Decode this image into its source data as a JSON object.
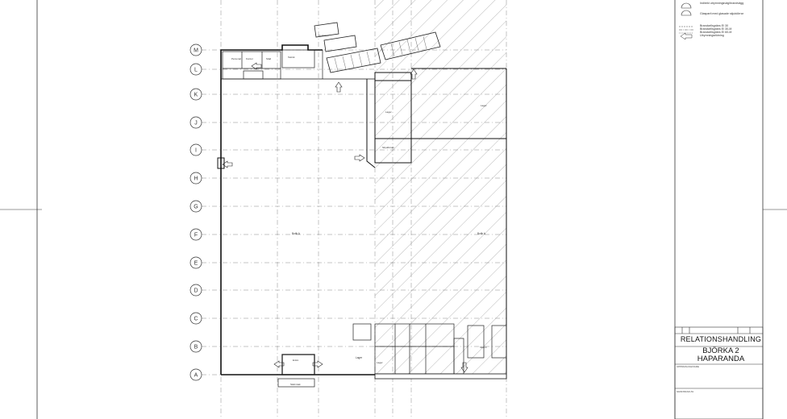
{
  "grid_labels": [
    "M",
    "L",
    "K",
    "J",
    "I",
    "H",
    "G",
    "F",
    "E",
    "D",
    "C",
    "B",
    "A"
  ],
  "legend": {
    "items": [
      {
        "text": "Indirekt utrymningsväg/brandvägg",
        "icon": "arc-door-icon"
      },
      {
        "text": "Glasparti med glasade skjutdörrar",
        "icon": "arc-door-icon"
      }
    ],
    "line_items": [
      "Brandcellsgräns EI 30",
      "Brandcellsgräns EI 30-M",
      "Brandcellsgräns EI 60-M",
      "Utrymningsriktning"
    ]
  },
  "title_block": {
    "header": "RELATIONSHANDLING",
    "project_line1": "BJÖRKA 2",
    "project_line2": "HAPARANDA",
    "field_1": "UPPDRAGSGIVARE",
    "field_2": "GRANSKAD AV"
  },
  "rooms": {
    "main_hall": "Butik A",
    "right_hall": "Butik A",
    "store_room": "Lager",
    "office": "Kontor"
  }
}
